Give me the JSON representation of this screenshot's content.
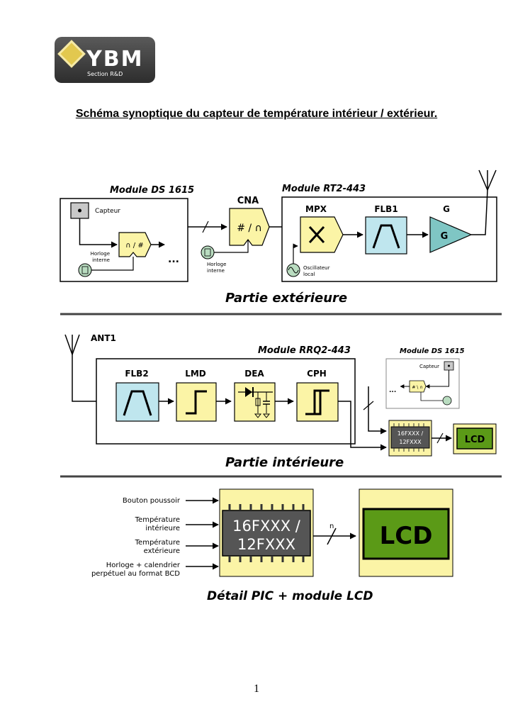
{
  "header": {
    "logo_text": "YBM",
    "logo_subtitle": "Section R&D",
    "title": "Schéma synoptique du capteur de température intérieur / extérieur."
  },
  "outdoor": {
    "ds1615_title": "Module DS 1615",
    "sensor_label": "Capteur",
    "adc_symbol": "∩ / #",
    "clock_label_line1": "Horloge",
    "clock_label_line2": "interne",
    "ellipsis": "...",
    "cna_title": "CNA",
    "cna_symbol": "# / ∩",
    "rt2_title": "Module RT2-443",
    "mpx_label": "MPX",
    "flb1_label": "FLB1",
    "g_label": "G",
    "g_symbol": "G",
    "osc_label_line1": "Oscillateur",
    "osc_label_line2": "local",
    "caption": "Partie extérieure"
  },
  "indoor": {
    "ant_label": "ANT1",
    "rrq2_title": "Module RRQ2-443",
    "flb2_label": "FLB2",
    "lmd_label": "LMD",
    "dea_label": "DEA",
    "cph_label": "CPH",
    "ds1615_title": "Module DS 1615",
    "sensor_label": "Capteur",
    "small_adc_symbol": "# \\ ∩",
    "small_ellipsis": "...",
    "pic_line1": "16FXXX /",
    "pic_line2": "12FXXX",
    "lcd_label": "LCD",
    "caption": "Partie intérieure"
  },
  "detail": {
    "input1": "Bouton poussoir",
    "input2_line1": "Température",
    "input2_line2": "intérieure",
    "input3_line1": "Température",
    "input3_line2": "extérieure",
    "input4_line1": "Horloge + calendrier",
    "input4_line2": "perpétuel au format BCD",
    "pic_line1": "16FXXX /",
    "pic_line2": "12FXXX",
    "bus_label": "n",
    "lcd_label": "LCD",
    "caption": "Détail PIC + module LCD"
  },
  "footer": {
    "page_number": "1"
  },
  "colors": {
    "yellow_block": "#fbf4a6",
    "cyan_block": "#bfe6ee",
    "green_block": "#b9dcc0",
    "teal_gain": "#7fc6c4",
    "lcd_green": "#5b9a17",
    "chip_dark": "#555555"
  }
}
